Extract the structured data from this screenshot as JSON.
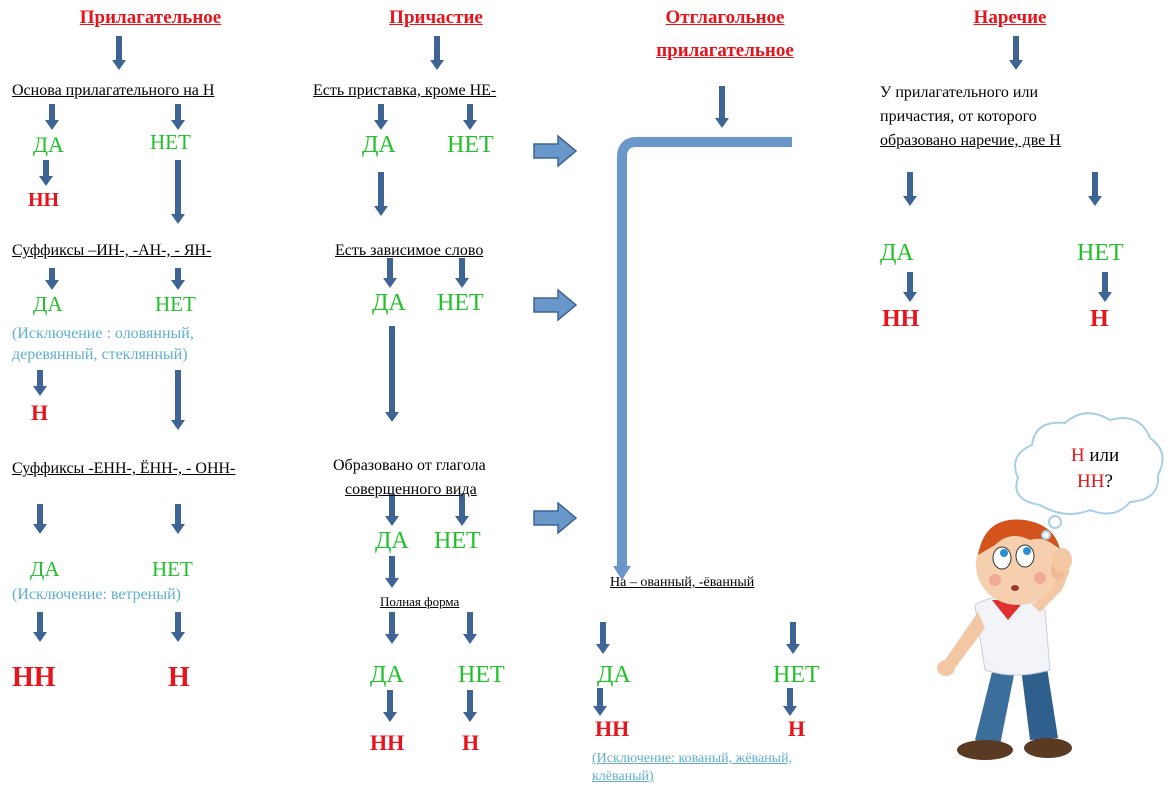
{
  "colors": {
    "header": "#e8141b",
    "answer": "#22c02a",
    "result": "#e8141b",
    "exception": "#5fb0cf",
    "arrow": "#3d6495",
    "bracket": "#6a97c9"
  },
  "adjective": {
    "title": "Прилагательное",
    "q1": "Основа прилагательного на Н",
    "q1_yes": "ДА",
    "q1_no": "НЕТ",
    "q1_yes_result": "НН",
    "q2": "Суффиксы –ИН-, -АН-, - ЯН-",
    "q2_yes": "ДА",
    "q2_no": "НЕТ",
    "q2_exception": "(Исключение : оловянный, деревянный, стеклянный)",
    "q2_yes_result": "Н",
    "q3": "Суффиксы  -ЕНН-, ЁНН-, - ОНН-",
    "q3_yes": "ДА",
    "q3_no": "НЕТ",
    "q3_exception": "(Исключение: ветреный)",
    "q3_yes_result": "НН",
    "q3_no_result": "Н"
  },
  "participle": {
    "title": "Причастие",
    "q1": "Есть приставка, кроме НЕ-",
    "q1_yes": "ДА",
    "q1_no": "НЕТ",
    "q2": "Есть зависимое слово",
    "q2_yes": "ДА",
    "q2_no": "НЕТ",
    "q3_line1": "Образовано от глагола",
    "q3_line2": "совершенного вида",
    "q3_yes": "ДА",
    "q3_no": "НЕТ",
    "q4": "Полная форма",
    "q4_yes": "ДА",
    "q4_no": "НЕТ",
    "q4_yes_result": "НН",
    "q4_no_result": "Н"
  },
  "verbal_adjective": {
    "title_line1": "Отглагольное",
    "title_line2": "прилагательное",
    "q1": "На – ованный, -ёванный",
    "q1_yes": "ДА",
    "q1_no": "НЕТ",
    "q1_yes_result": "НН",
    "q1_no_result": "Н",
    "exception": "(Исключение: кованый, жёваный, клёваный)"
  },
  "adverb": {
    "title": "Наречие",
    "q1": "У прилагательного или причастия, от которого образовано наречие, две Н",
    "q1_line1": "У прилагательного или",
    "q1_line2": "причастия, от которого",
    "q1_line3": "образовано наречие, две Н",
    "q1_yes": "ДА",
    "q1_no": "НЕТ",
    "q1_yes_result": "НН",
    "q1_no_result": "Н"
  },
  "bubble": {
    "part1": "Н",
    "part2": " или",
    "part3": "НН",
    "part4": "?"
  }
}
